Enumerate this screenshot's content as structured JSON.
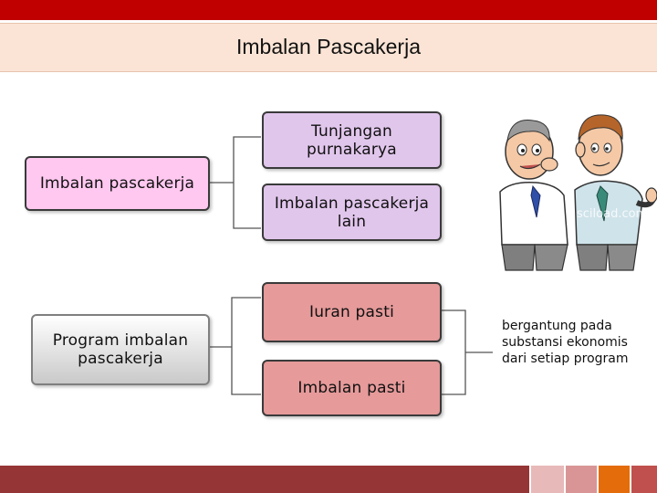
{
  "slide": {
    "title": "Imbalan Pascakerja"
  },
  "left": {
    "imbalan_pascakerja": "Imbalan pascakerja",
    "program_imbalan": "Program imbalan pascakerja"
  },
  "right": {
    "tunjangan": "Tunjangan purnakarya",
    "imbalan_lain": "Imbalan pascakerja lain",
    "iuran_pasti": "Iuran pasti",
    "imbalan_pasti": "Imbalan pasti"
  },
  "note": {
    "text": "bergantung pada substansi ekonomis dari setiap program"
  },
  "illustration": {
    "watermark": "sciload.com"
  },
  "colors": {
    "top_bar": "#c00000",
    "title_band": "#fbe4d5",
    "footer": "#963535",
    "footer_block_1": "#e8b9b9",
    "footer_block_2": "#d99595",
    "footer_block_3": "#e46c0a",
    "footer_block_4": "#c0504d"
  }
}
